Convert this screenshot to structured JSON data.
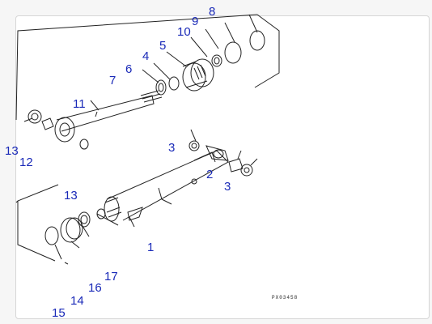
{
  "callouts": {
    "c1": "1",
    "c2": "2",
    "c3a": "3",
    "c3b": "3",
    "c4": "4",
    "c5": "5",
    "c6": "6",
    "c7": "7",
    "c8": "8",
    "c9": "9",
    "c10": "10",
    "c11": "11",
    "c12": "12",
    "c13a": "13",
    "c13b": "13",
    "c14": "14",
    "c15": "15",
    "c16": "16",
    "c17": "17"
  },
  "drawing_code": "PX03458",
  "colors": {
    "callout": "#1a2ab8",
    "line": "#222222",
    "panel_border": "#d6d6d6"
  }
}
